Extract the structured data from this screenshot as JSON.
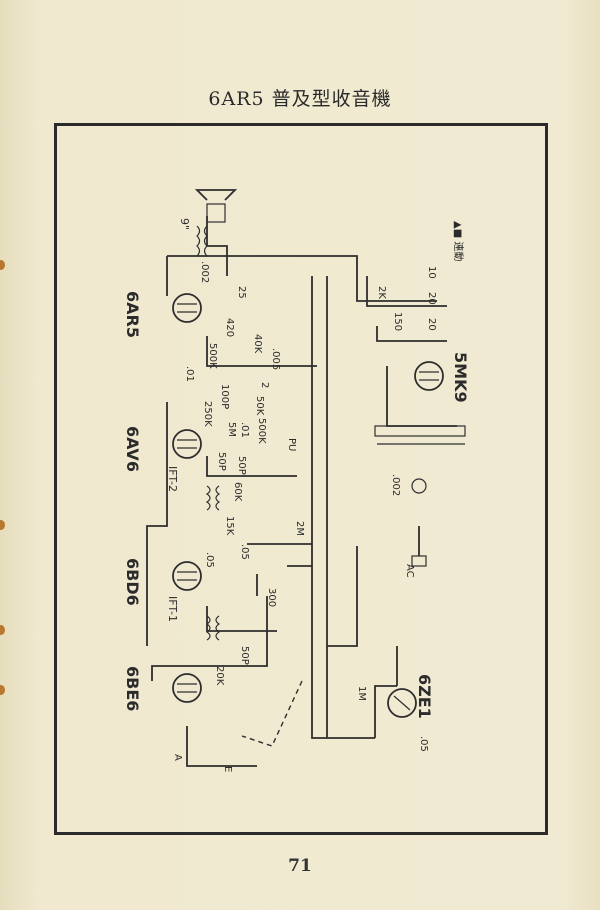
{
  "title": "6AR5 普及型收音機",
  "page_number": "71",
  "tubes": {
    "output": "6AR5",
    "detector": "6AV6",
    "if_amp": "6BD6",
    "converter": "6BE6",
    "rectifier": "5MK9",
    "tuning_eye": "6ZE1"
  },
  "transformers": {
    "ift1": "IFT-1",
    "ift2": "IFT-2"
  },
  "components": {
    "speaker": "9\"",
    "c_002_top": ".002",
    "c_25": "25",
    "r_420": "420",
    "c_01": ".01",
    "r_500k": "500K",
    "r_40k": "40K",
    "c_005": ".005",
    "c_100p": "100P",
    "r_250k": "250K",
    "r_50k": "50K",
    "c_2": "2",
    "r_5m": "5M",
    "c_01b": ".01",
    "r_500k_vol": "500K",
    "c_50p_a": "50P",
    "c_50p_b": "50P",
    "r_60k": "60K",
    "pu": "PU",
    "r_15k": "15K",
    "c_05_a": ".05",
    "c_05_b": ".05",
    "r_2m": "2M",
    "r_300": "300",
    "r_20k": "20K",
    "c_50p_osc": "50P",
    "r_1m": "1M",
    "c_05_eye": ".05",
    "c_10": "10",
    "c_20_a": "20",
    "c_20_b": "20",
    "r_2k": "2K",
    "r_150": "150",
    "c_002_pt": ".002",
    "ant": "A",
    "earth": "E",
    "ac": "AC",
    "switch_note": "▲■ 連動"
  }
}
